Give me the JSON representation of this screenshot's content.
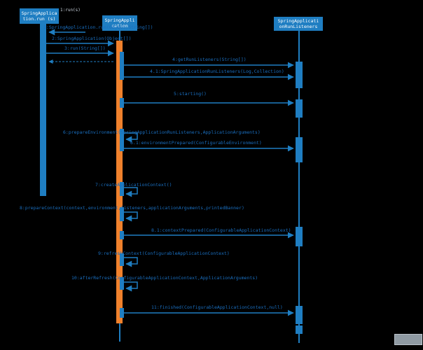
{
  "colors": {
    "background": "#000000",
    "participant_blue": "#1f7ec2",
    "activation_orange": "#f0812c",
    "message_text_blue": "#1a6fc0",
    "watermark_gray": "#8f9aa3"
  },
  "top_note": "1:run(s)",
  "participants": [
    {
      "line1": "SpringApplica",
      "line2": "tion.run (s)"
    },
    {
      "line1": "SpringAppli",
      "line2": "cation"
    },
    {
      "line1": "SpringApplicati",
      "line2": "onRunListeners"
    }
  ],
  "messages": [
    {
      "label": "1:SpringApplication.run(Object,String[])"
    },
    {
      "label": "2:SpringApplication(Object[])"
    },
    {
      "label": "3:run(String[])"
    },
    {
      "label": "4:getRunListeners(String[])"
    },
    {
      "label": "4.1:SpringApplicationRunListeners(Log,Collection)"
    },
    {
      "label": "5:starting()"
    },
    {
      "label": "6:prepareEnvironment(SpringApplicationRunListeners,ApplicationArguments)"
    },
    {
      "label": "6.1:environmentPrepared(ConfigurableEnvironment)"
    },
    {
      "label": "7:createApplicationContext()"
    },
    {
      "label": "8:prepareContext(context,environment,listeners,applicationArguments,printedBanner)"
    },
    {
      "label": "8.1:contextPrepared(ConfigurableApplicationContext)"
    },
    {
      "label": "9:refreshContext(ConfigurableApplicationContext)"
    },
    {
      "label": "10:afterRefresh(ConfigurableApplicationContext,ApplicationArguments)"
    },
    {
      "label": "11:finished(ConfigurableApplicationContext,null)"
    }
  ]
}
